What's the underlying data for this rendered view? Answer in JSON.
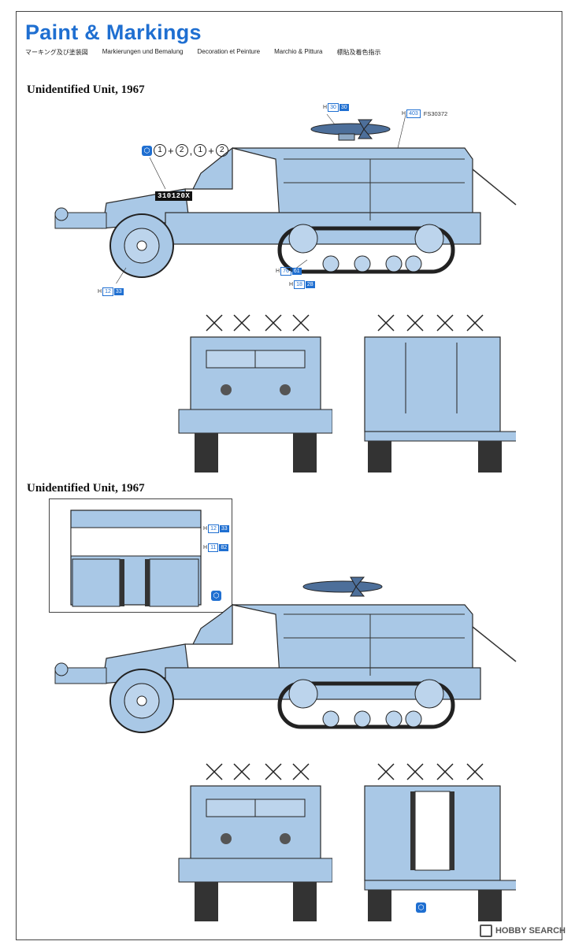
{
  "page": {
    "title": "Paint & Markings",
    "subtitles": [
      "マーキング及び塗装図",
      "Markierungen und Bemalung",
      "Decoration et Peinture",
      "Marchio & Pittura",
      "標貼及着色指示"
    ]
  },
  "sections": [
    {
      "heading": "Unidentified Unit, 1967"
    },
    {
      "heading": "Unidentified Unit, 1967"
    }
  ],
  "callouts": {
    "c1": {
      "prefix": "H",
      "code": "30",
      "num": "30"
    },
    "c2": {
      "prefix": "H",
      "code": "403",
      "label": "FS30372"
    },
    "c3": {
      "prefix": "H",
      "code": "76",
      "num": "61"
    },
    "c4": {
      "prefix": "H",
      "code": "18",
      "num": "28"
    },
    "c5": {
      "prefix": "H",
      "code": "12",
      "num": "33"
    },
    "c6": {
      "prefix": "H",
      "code": "12",
      "num": "33"
    },
    "c7": {
      "prefix": "H",
      "code": "11",
      "num": "82"
    }
  },
  "decal": {
    "n1": "1",
    "op1": "+",
    "n2": "2",
    "sep": ",",
    "n3": "1",
    "op2": "+",
    "n4": "2"
  },
  "plate": "310120X",
  "watermark": "HOBBY SEARCH",
  "colors": {
    "vehicle": "#a9c8e6",
    "outline": "#2a2a2a",
    "accent": "#1f6fd1",
    "missile": "#4d6f9a"
  }
}
